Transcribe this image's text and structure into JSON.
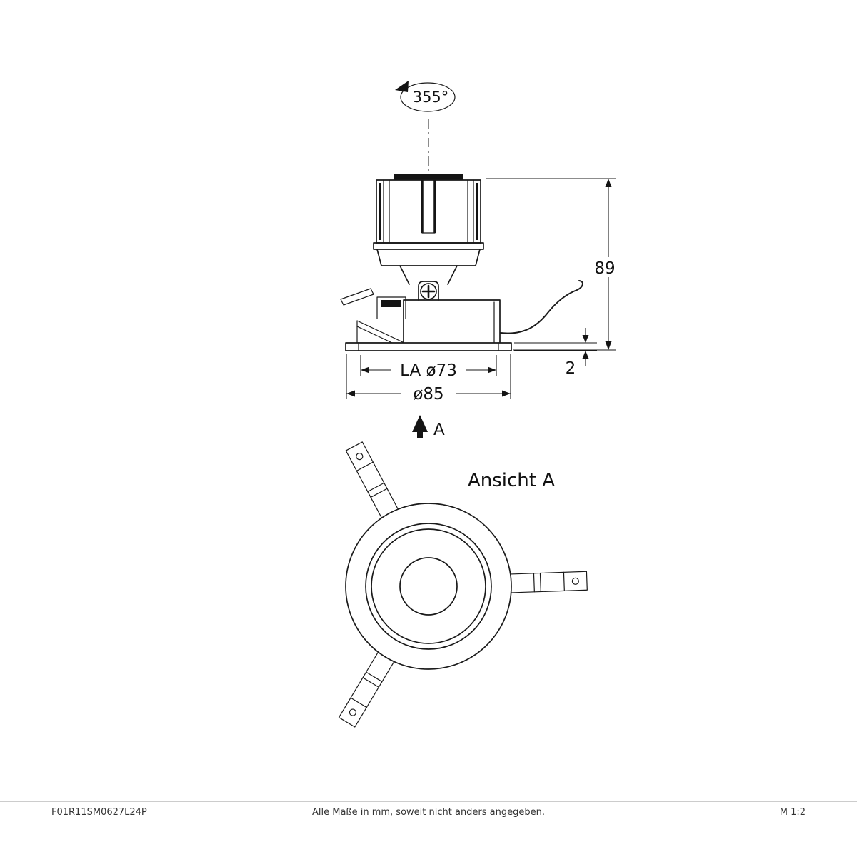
{
  "page": {
    "background_color": "#ffffff",
    "line_color": "#1a1a1a"
  },
  "drawing": {
    "rotation_label": "355°",
    "dimensions": {
      "height": "89",
      "flange_thickness": "2",
      "cutout_diameter": "LA ø73",
      "outer_diameter": "ø85"
    },
    "view_arrow_label": "A",
    "view_title": "Ansicht A"
  },
  "footer": {
    "article_number": "F01R11SM0627L24P",
    "note": "Alle Maße in mm, soweit nicht anders angegeben.",
    "scale": "M 1:2"
  }
}
